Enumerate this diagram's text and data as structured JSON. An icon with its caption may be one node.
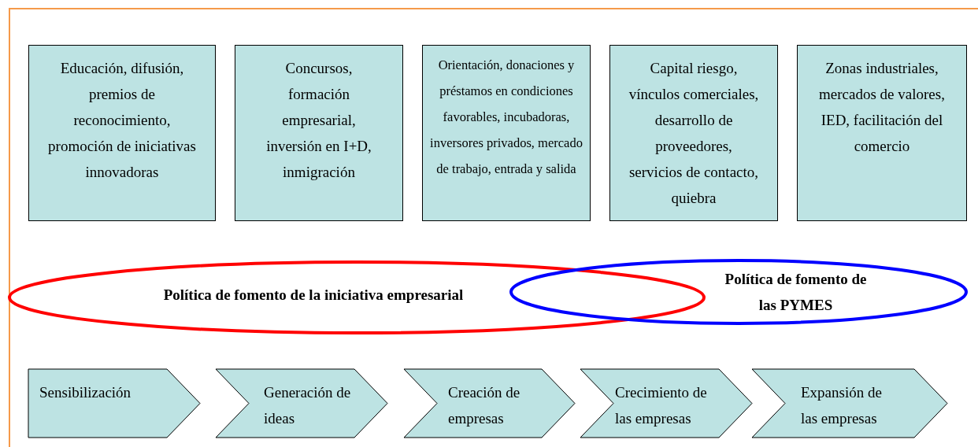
{
  "diagram": {
    "nodes": [
      {
        "text": [
          "Educación, difusión, premios de reconocimiento, promoción de iniciativas innovadoras"
        ]
      },
      {
        "text": [
          "Concursos, formación empresarial, inversión en I+D, inmigración"
        ]
      },
      {
        "text": [
          "Orientación, donaciones y préstamos en condiciones favorables, incubadoras, inversores privados, mercado de trabajo, entrada y salida"
        ]
      },
      {
        "text": [
          "Capital riesgo, vínculos comerciales, desarrollo de proveedores, servicios de contacto, quiebra"
        ]
      },
      {
        "text": [
          "Zonas industriales, mercados de valores, IED, facilitación del comercio"
        ]
      },
      {
        "text": [
          "Política de fomento de la iniciativa empresarial"
        ]
      },
      {
        "text": [
          "Política de fomento de las PYMES"
        ]
      },
      {
        "text": [
          "Sensibilización"
        ]
      },
      {
        "text": [
          "Generación de ideas"
        ]
      },
      {
        "text": [
          "Creación de empresas"
        ]
      },
      {
        "text": [
          "Crecimiento de las empresas"
        ]
      },
      {
        "text": [
          "Expansión de las empresas"
        ]
      }
    ],
    "edges": []
  }
}
